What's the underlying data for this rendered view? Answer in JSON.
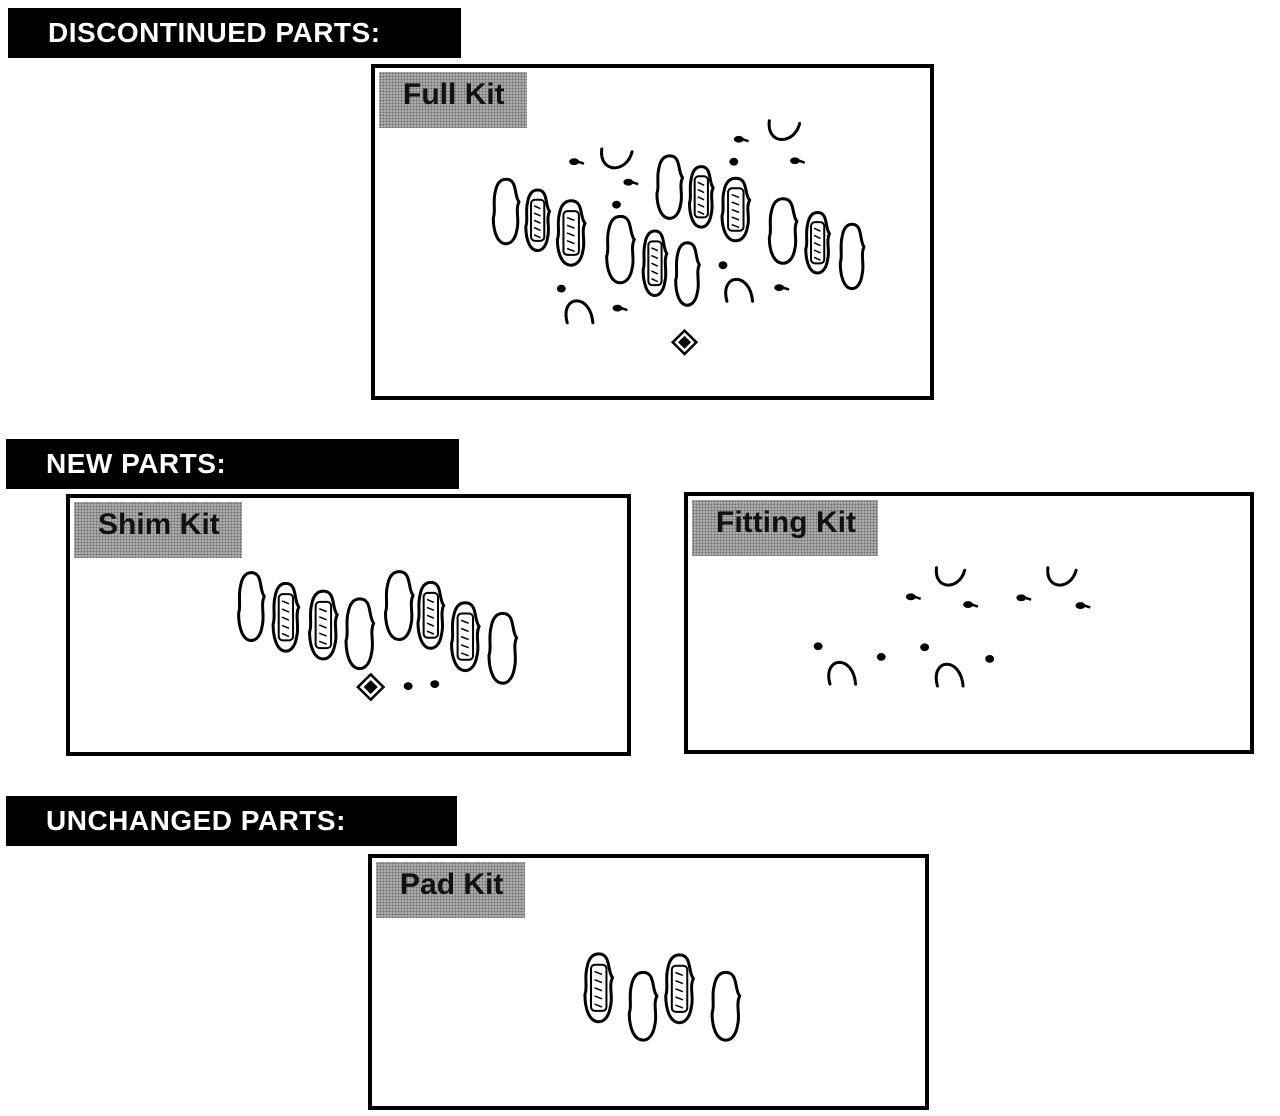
{
  "sections": {
    "discontinued": {
      "heading": "DISCONTINUED PARTS:"
    },
    "new": {
      "heading": "NEW PARTS:"
    },
    "unchanged": {
      "heading": "UNCHANGED PARTS:"
    }
  },
  "kits": {
    "full": {
      "label": "Full Kit"
    },
    "shim": {
      "label": "Shim Kit"
    },
    "fitting": {
      "label": "Fitting Kit"
    },
    "pad": {
      "label": "Pad Kit"
    }
  },
  "colors": {
    "bar": "#000000",
    "label_bg": "#b8b8b8",
    "line": "#000000"
  }
}
